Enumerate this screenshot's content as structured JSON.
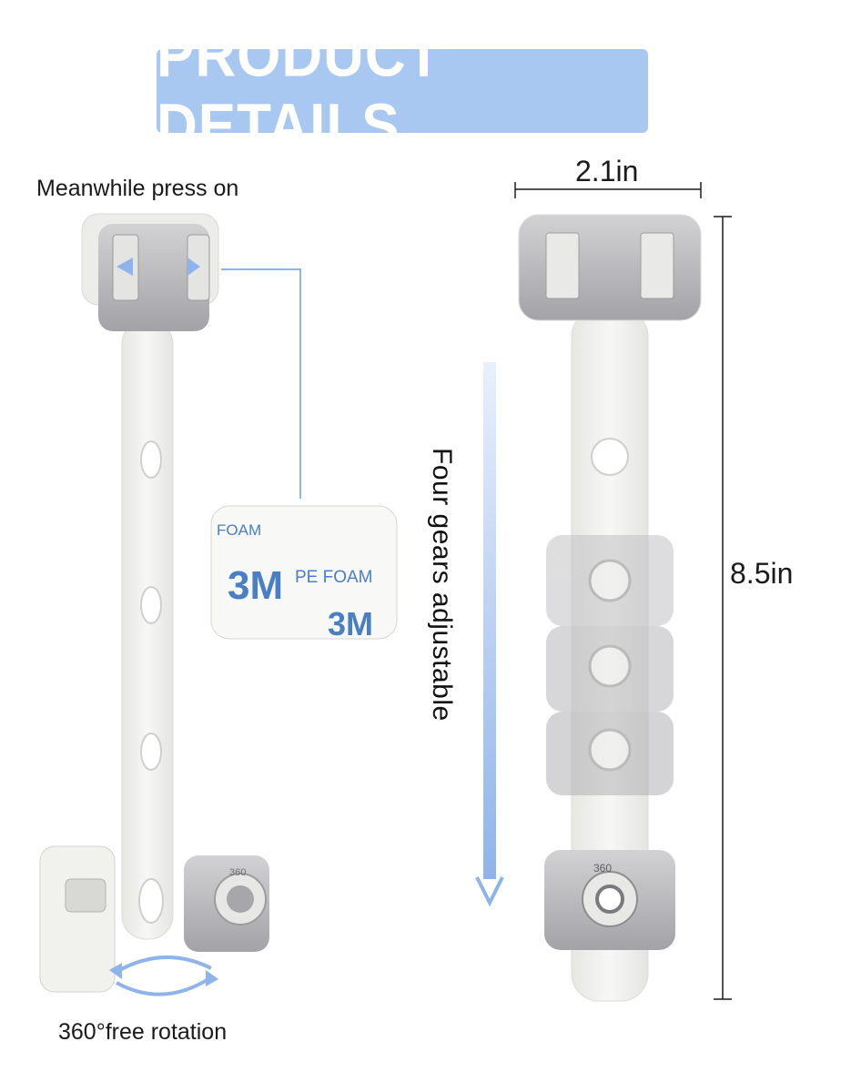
{
  "header": {
    "title": "PRODUCT DETAILS"
  },
  "left_product": {
    "press_caption": "Meanwhile press on",
    "rotation_caption": "360°free rotation",
    "adhesive_pad": {
      "brand": "3M",
      "material": "PE FOAM",
      "partial_text": "FOAM"
    },
    "dial_marking": "360"
  },
  "right_product": {
    "width": "2.1in",
    "length": "8.5in",
    "adjust_caption": "Four gears adjustable",
    "dial_marking": "360"
  },
  "colors": {
    "banner": "#a9c8f1",
    "accent_blue": "#8fb4ea",
    "gray_plastic": "#b9b9bc",
    "strap": "#f1f1ef",
    "brand_3m": "#4a7fc4"
  }
}
